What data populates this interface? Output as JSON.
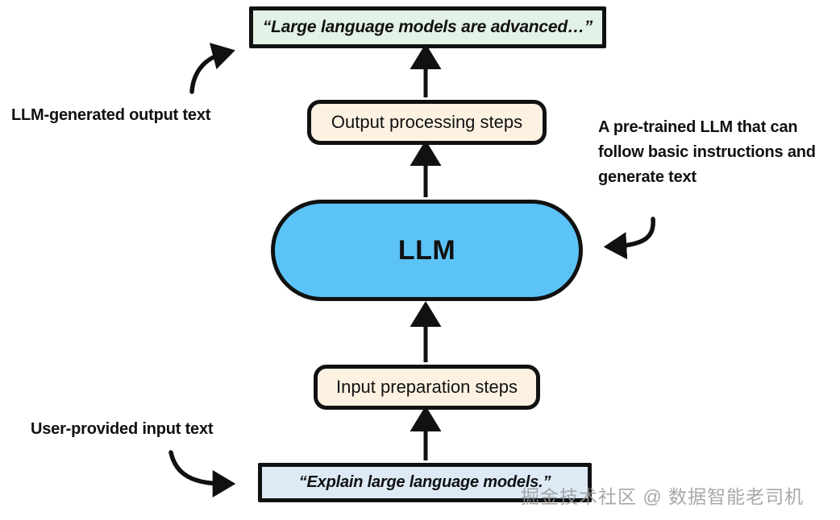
{
  "diagram": {
    "title": "LLM input/output pipeline",
    "nodes": {
      "output_text": {
        "label": "“Large language models are advanced…”",
        "fill": "#e2f2e6",
        "stroke": "#111111"
      },
      "output_processing": {
        "label": "Output processing steps",
        "fill": "#fdf2e2",
        "stroke": "#111111"
      },
      "llm": {
        "label": "LLM",
        "fill": "#5cc3f7",
        "stroke": "#111111"
      },
      "input_preparation": {
        "label": "Input preparation steps",
        "fill": "#fdf2e2",
        "stroke": "#111111"
      },
      "input_text": {
        "label": "“Explain large language models.”",
        "fill": "#ddeaf6",
        "stroke": "#111111"
      }
    },
    "annotations": {
      "output": "LLM-generated output text",
      "llm": "A pre-trained LLM that can follow basic instructions and generate text",
      "input": "User-provided input text"
    },
    "flow": [
      "input_text",
      "input_preparation",
      "llm",
      "output_processing",
      "output_text"
    ],
    "watermark": "掘金技术社区 @ 数据智能老司机"
  }
}
